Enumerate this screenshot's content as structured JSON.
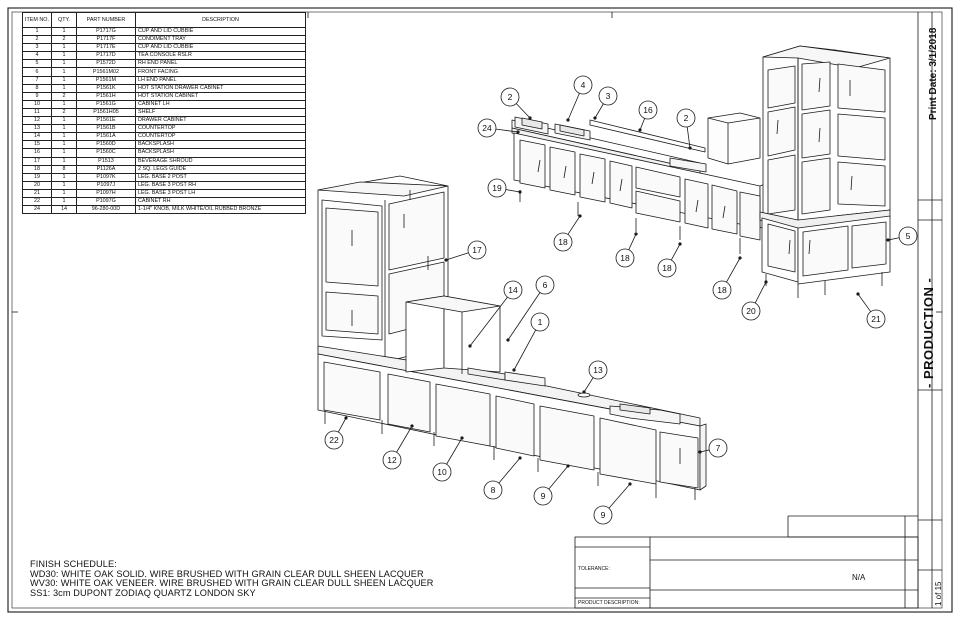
{
  "bom": {
    "headers": {
      "item": "ITEM NO.",
      "qty": "QTY.",
      "part": "PART NUMBER",
      "desc": "DESCRIPTION"
    },
    "rows": [
      [
        "1",
        "1",
        "P1717G",
        "CUP AND LID CUBBIE"
      ],
      [
        "2",
        "2",
        "P1717F",
        "CONDIMENT TRAY"
      ],
      [
        "3",
        "1",
        "P1717E",
        "CUP AND LID CUBBIE"
      ],
      [
        "4",
        "1",
        "P1717D",
        "TEA CONSOLE RSLR"
      ],
      [
        "5",
        "1",
        "P1572D",
        "RH END PANEL"
      ],
      [
        "6",
        "1",
        "P1561M02",
        "FRONT FACING"
      ],
      [
        "7",
        "1",
        "P1561M",
        "LH END PANEL"
      ],
      [
        "8",
        "1",
        "P1561K",
        "HOT STATION DRAWER CABINET"
      ],
      [
        "9",
        "2",
        "P1561H",
        "HOT STATION CABINET"
      ],
      [
        "10",
        "1",
        "P1561G",
        "CABINET LH"
      ],
      [
        "11",
        "2",
        "P1561H05",
        "SHELF"
      ],
      [
        "12",
        "1",
        "P1561E",
        "DRAWER CABINET"
      ],
      [
        "13",
        "1",
        "P1561B",
        "COUNTERTOP"
      ],
      [
        "14",
        "1",
        "P1561A",
        "COUNTERTOP"
      ],
      [
        "15",
        "1",
        "P1560D",
        "BACKSPLASH"
      ],
      [
        "16",
        "1",
        "P1560C",
        "BACKSPLASH"
      ],
      [
        "17",
        "1",
        "P1513",
        "BEVERAGE SHROUD"
      ],
      [
        "18",
        "8",
        "P1126A",
        "2 SQ. LEGS GUIDE"
      ],
      [
        "19",
        "1",
        "P1097K",
        "LEG. BASE 2 POST"
      ],
      [
        "20",
        "1",
        "P1097J",
        "LEG. BASE 3 POST RH"
      ],
      [
        "21",
        "1",
        "P1097H",
        "LEG. BASE 3 POST LH"
      ],
      [
        "22",
        "1",
        "P1097G",
        "CABINET RH"
      ],
      [
        "24",
        "14",
        "96-280-00D",
        "1-1/4\" KNOB, MILK WHITE/OIL RUBBED BRONZE"
      ]
    ]
  },
  "finish": {
    "title": "FINISH SCHEDULE:",
    "lines": [
      "WD30: WHITE OAK SOLID. WIRE BRUSHED WITH GRAIN CLEAR DULL SHEEN LACQUER",
      "WV30: WHITE OAK VENEER. WIRE BRUSHED WITH GRAIN CLEAR DULL SHEEN LACQUER",
      "SS1: 3cm DUPONT ZODIAQ QUARTZ LONDON SKY"
    ]
  },
  "balloons": [
    {
      "label": "2"
    },
    {
      "label": "4"
    },
    {
      "label": "3"
    },
    {
      "label": "16"
    },
    {
      "label": "2"
    },
    {
      "label": "24"
    },
    {
      "label": "19"
    },
    {
      "label": "18"
    },
    {
      "label": "18"
    },
    {
      "label": "18"
    },
    {
      "label": "18"
    },
    {
      "label": "20"
    },
    {
      "label": "21"
    },
    {
      "label": "5"
    },
    {
      "label": "17"
    },
    {
      "label": "14"
    },
    {
      "label": "6"
    },
    {
      "label": "1"
    },
    {
      "label": "13"
    },
    {
      "label": "7"
    },
    {
      "label": "22"
    },
    {
      "label": "12"
    },
    {
      "label": "10"
    },
    {
      "label": "8"
    },
    {
      "label": "9"
    },
    {
      "label": "9"
    }
  ],
  "title_block": {
    "status": "- PRODUCTION -",
    "print_date": "Print Date: 3/1/2018",
    "material": "N/A",
    "sheet": "1 of 15",
    "tolerance": "TOLERANCE:",
    "description": "PRODUCT DESCRIPTION:"
  }
}
